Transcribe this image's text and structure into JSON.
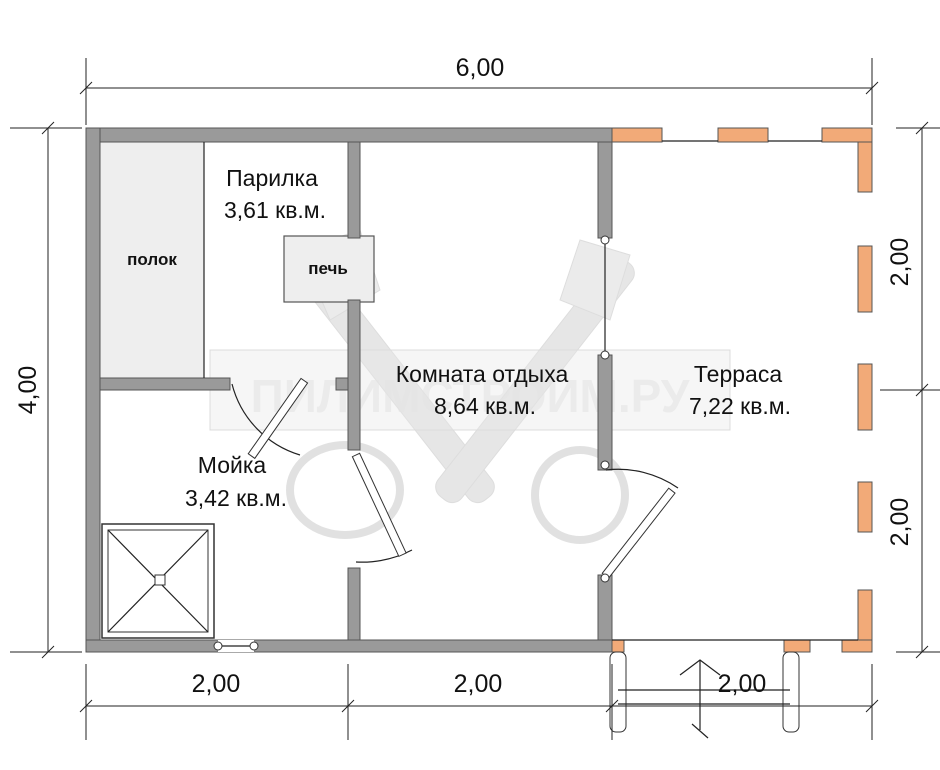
{
  "dimensions": {
    "top_total": "6,00",
    "left_total": "4,00",
    "right_upper": "2,00",
    "right_lower": "2,00",
    "bottom_left": "2,00",
    "bottom_middle": "2,00",
    "bottom_right": "2,00"
  },
  "rooms": {
    "steam_room": {
      "name": "Парилка",
      "area": "3,61 кв.м."
    },
    "lounge": {
      "name": "Комната отдыха",
      "area": "8,64 кв.м."
    },
    "terrace": {
      "name": "Терраса",
      "area": "7,22 кв.м."
    },
    "washroom": {
      "name": "Мойка",
      "area": "3,42 кв.м."
    }
  },
  "fixtures": {
    "bench": "полок",
    "stove": "печь"
  },
  "watermark": {
    "text": "ПИЛИМСТРОИМ.РУ"
  },
  "colors": {
    "wall": "#9a9a9a",
    "terrace_post": "#f2aa78",
    "bench_fill": "#eeeeee"
  }
}
